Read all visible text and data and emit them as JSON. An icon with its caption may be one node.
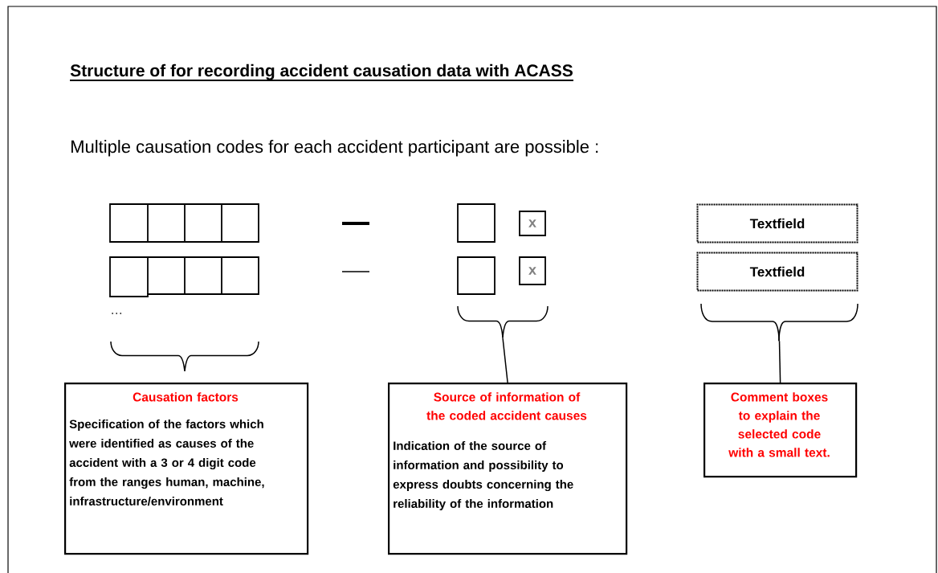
{
  "diagram": {
    "title": "Structure of for recording accident causation data with ACASS",
    "nodes": [
      {
        "text": [
          "x"
        ]
      },
      {
        "text": [
          "Textfield"
        ]
      },
      {
        "text": [
          "x"
        ]
      },
      {
        "text": [
          "Textfield"
        ]
      },
      {
        "text": [],
        "shape": "brace"
      },
      {
        "text": [],
        "shape": "brace"
      },
      {
        "text": [],
        "shape": "brace"
      },
      {
        "text": [
          "Causation factors",
          "Specification of the factors which were identified as causes of the accident with a 3 or 4 digit code from the ranges human, machine, infrastructure/environment"
        ]
      },
      {
        "text": [
          "Source of information of the coded accident causes",
          "Indication of the source of information and possibility to express doubts concerning the reliability of the information"
        ]
      },
      {
        "text": [
          "Comment boxes to explain the selected code with a small text."
        ]
      }
    ],
    "edges": [
      {
        "from": 5,
        "to": 8,
        "arrow": "none"
      },
      {
        "from": 6,
        "to": 9,
        "arrow": "none"
      }
    ],
    "labels": [
      "Multiple causation codes for each accident participant are possible :",
      "…"
    ]
  }
}
